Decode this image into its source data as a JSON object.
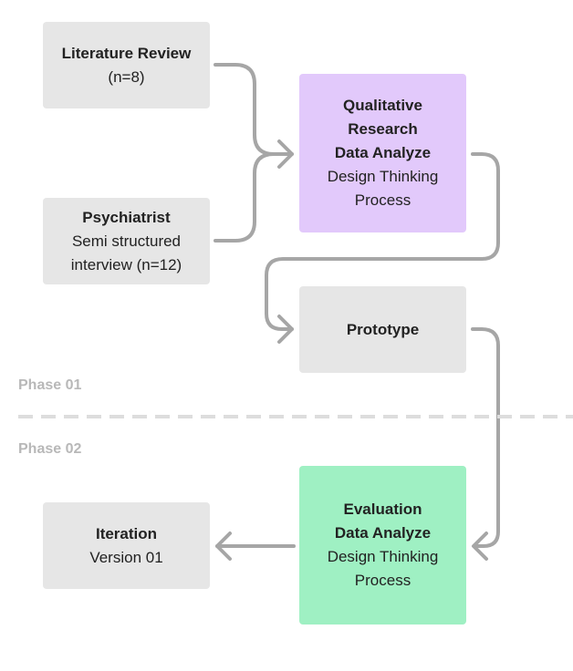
{
  "nodes": {
    "literature": {
      "title": "Literature Review",
      "line1": "(n=8)"
    },
    "psychiatrist": {
      "title": "Psychiatrist",
      "line1": "Semi structured",
      "line2": "interview (n=12)"
    },
    "qualitative": {
      "title1": "Qualitative",
      "title2": "Research",
      "title3": "Data Analyze",
      "line1": "Design Thinking",
      "line2": "Process"
    },
    "prototype": {
      "title": "Prototype"
    },
    "evaluation": {
      "title1": "Evaluation",
      "title2": "Data Analyze",
      "line1": "Design Thinking",
      "line2": "Process"
    },
    "iteration": {
      "title": "Iteration",
      "line1": "Version 01"
    }
  },
  "phases": {
    "phase1": "Phase 01",
    "phase2": "Phase 02"
  },
  "colors": {
    "box_gray": "#e6e6e6",
    "box_purple": "#e2c9fb",
    "box_green": "#9ff0c3",
    "arrow": "#a6a6a6",
    "divider": "#dddddd",
    "phase_text": "#b8b8b8"
  }
}
